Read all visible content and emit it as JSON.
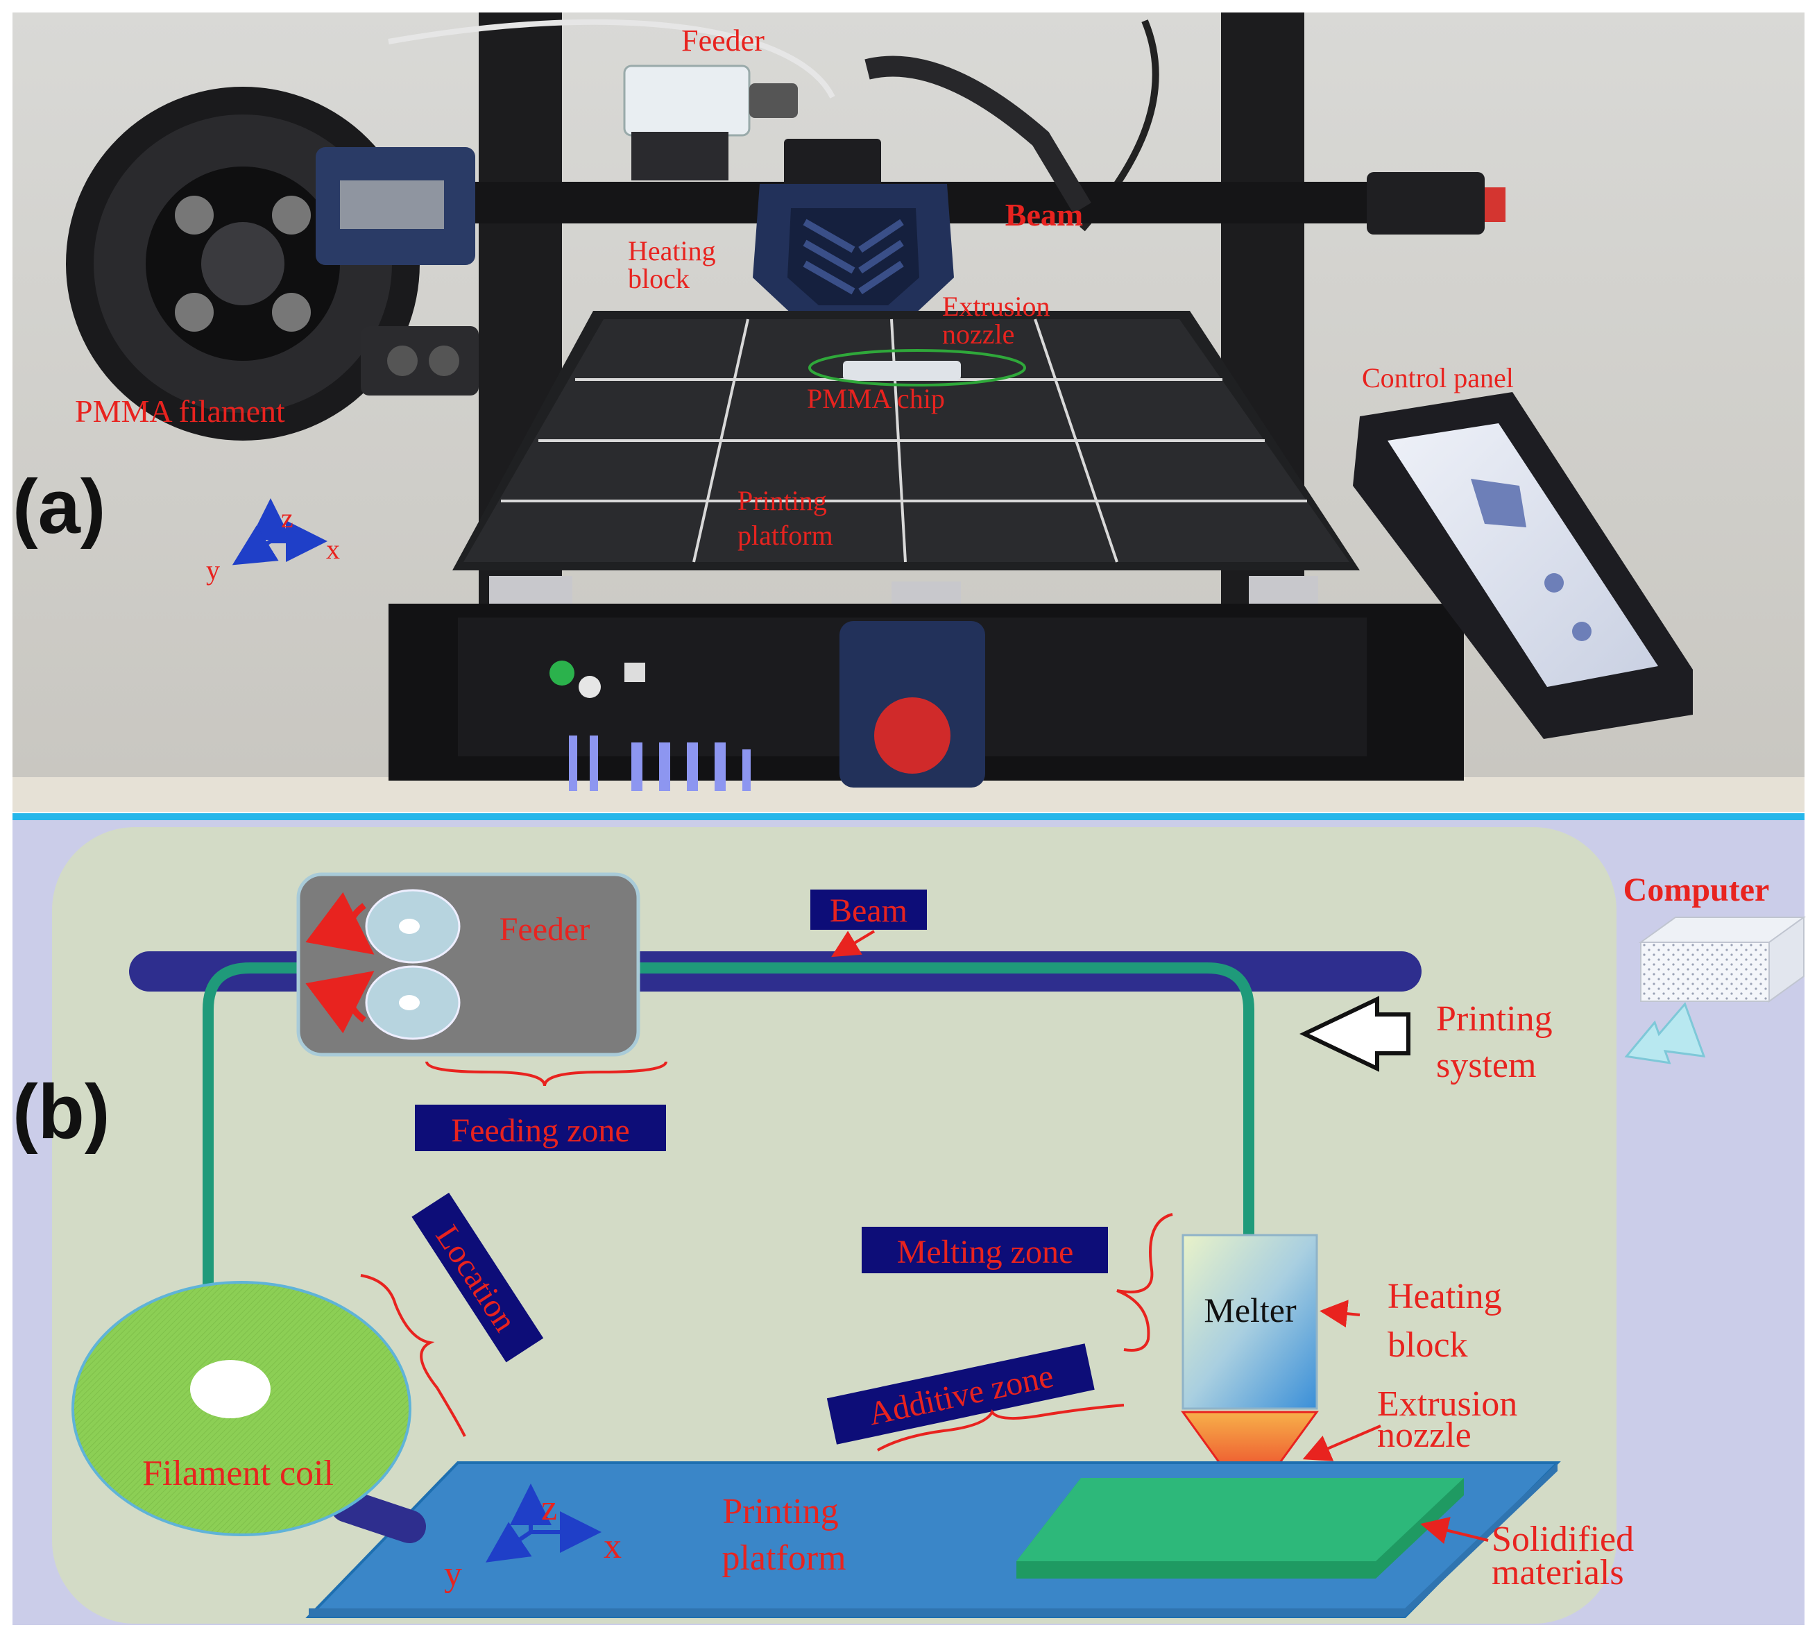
{
  "panel_a": {
    "letter": "(a)",
    "labels": {
      "feeder": "Feeder",
      "beam": "Beam",
      "heating_block_1": "Heating",
      "heating_block_2": "block",
      "extrusion_nozzle_1": "Extrusion",
      "extrusion_nozzle_2": "nozzle",
      "pmma_chip": "PMMA chip",
      "pmma_filament": "PMMA filament",
      "control_panel": "Control panel",
      "printing_platform_1": "Printing",
      "printing_platform_2": "platform"
    },
    "axes": {
      "z": "z",
      "y": "y",
      "x": "x"
    }
  },
  "panel_b": {
    "letter": "(b)",
    "labels": {
      "feeder": "Feeder",
      "beam": "Beam",
      "computer": "Computer",
      "printing_system_1": "Printing",
      "printing_system_2": "system",
      "feeding_zone": "Feeding zone",
      "location": "Location",
      "melting_zone": "Melting zone",
      "melter": "Melter",
      "heating_block_1": "Heating",
      "heating_block_2": "block",
      "additive_zone": "Additive zone",
      "extrusion_nozzle_1": "Extrusion",
      "extrusion_nozzle_2": "nozzle",
      "filament_coil": "Filament coil",
      "printing_platform_1": "Printing",
      "printing_platform_2": "platform",
      "solidified_1": "Solidified",
      "solidified_2": "materials"
    },
    "axes": {
      "z": "z",
      "y": "y",
      "x": "x"
    }
  },
  "colors": {
    "label_red": "#e8231f",
    "tag_navy": "#0d0d78",
    "beam_navy": "#2e2e8e",
    "filament_teal": "#1f9a7a",
    "platform_blue": "#3a86c8",
    "solid_green": "#2db87a",
    "coil_green": "#8ccf55",
    "panel_b_bg": "#d3dbc6",
    "outer_lavender": "#cbcde9",
    "divider_cyan": "#25b6ea"
  }
}
